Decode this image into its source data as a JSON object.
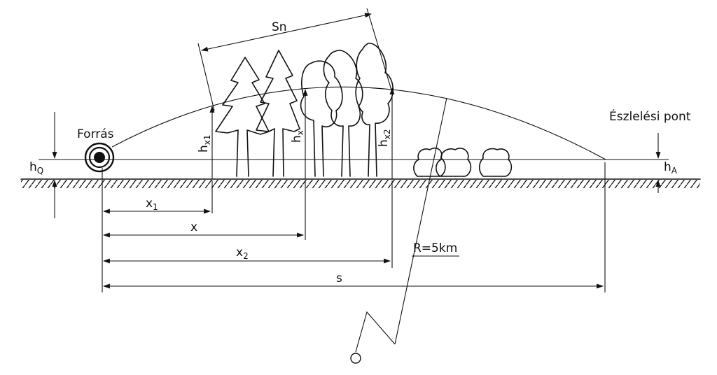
{
  "labels": {
    "source": "Forrás",
    "observation_point": "Észlelési pont",
    "h_q": "h",
    "h_q_sub": "Q",
    "h_a": "h",
    "h_a_sub": "A",
    "h_x1": "h",
    "h_x1_sub": "x1",
    "h_x": "h",
    "h_x_sub": "x",
    "h_x2": "h",
    "h_x2_sub": "x2",
    "s_n": "Sn",
    "x1": "x",
    "x1_sub": "1",
    "x": "x",
    "x2": "x",
    "x2_sub": "2",
    "s": "s",
    "radius": "R=5km"
  },
  "colors": {
    "ink": "#111111",
    "background": "#ffffff"
  }
}
